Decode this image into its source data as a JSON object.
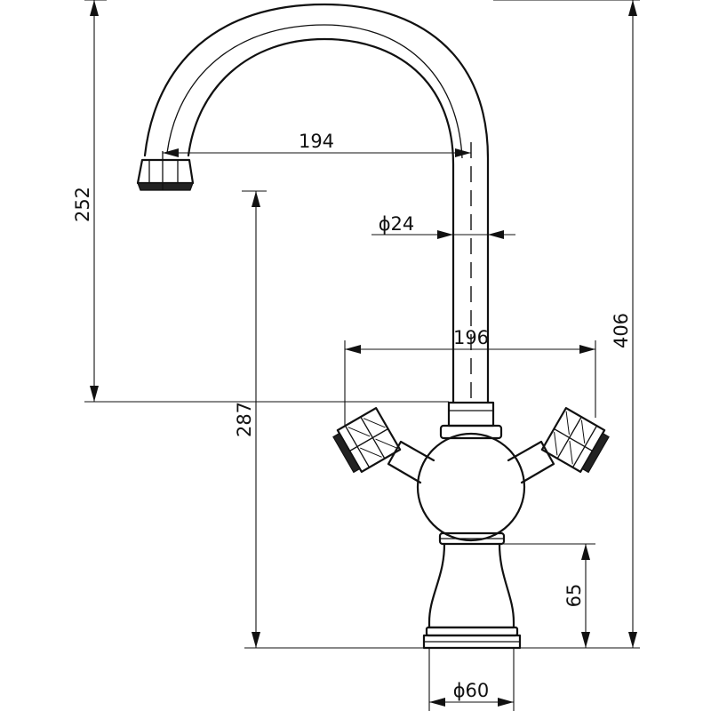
{
  "dimensions": {
    "spout_reach": "194",
    "spout_diameter": "ϕ24",
    "handle_span": "196",
    "spout_height": "252",
    "outlet_height": "287",
    "total_height": "406",
    "base_height": "65",
    "base_diameter": "ϕ60"
  }
}
